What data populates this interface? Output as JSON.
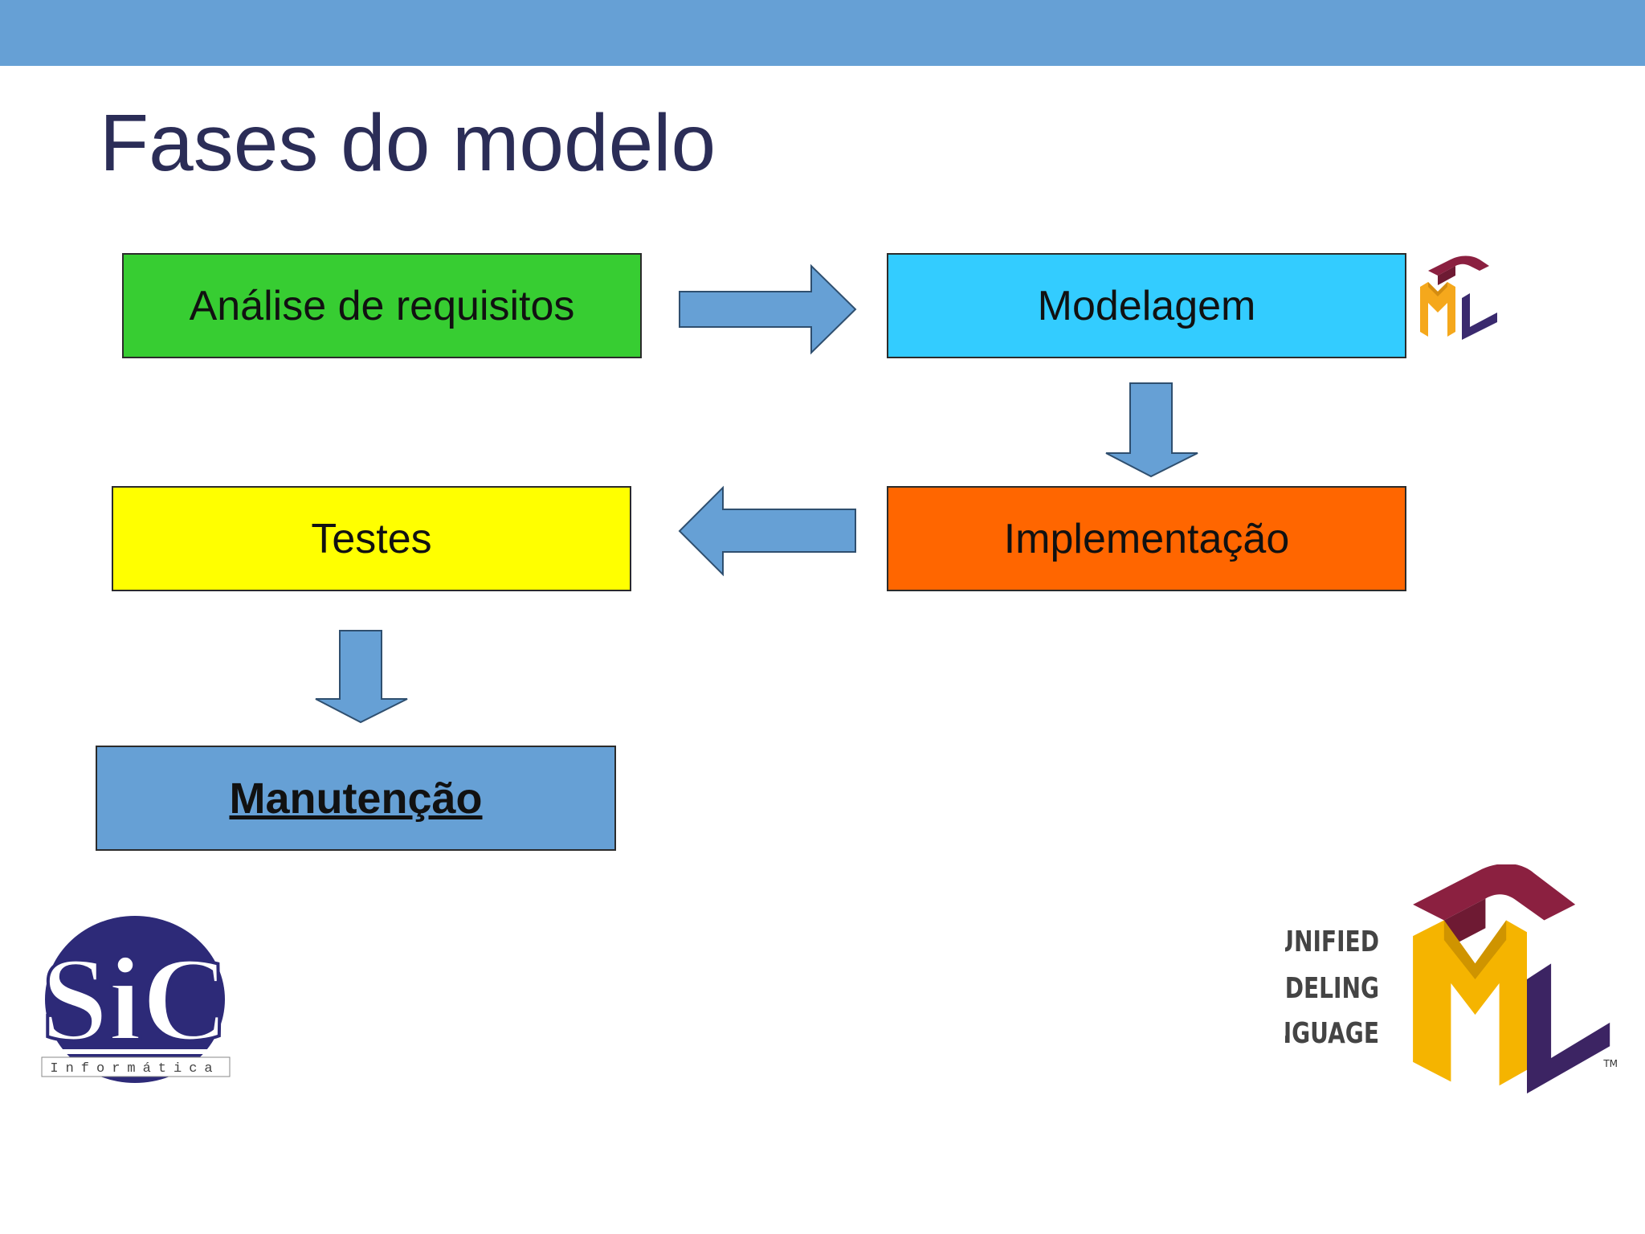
{
  "slide": {
    "title": "Fases do modelo"
  },
  "colors": {
    "header_bar": "#66a0d5",
    "title_text": "#2b2d57",
    "arrow_fill": "#66a0d5",
    "analise": "#37cd32",
    "modelagem": "#33ccff",
    "testes": "#ffff00",
    "implementacao": "#ff6600",
    "manutencao": "#66a0d5"
  },
  "phases": {
    "analise": "Análise de requisitos",
    "modelagem": "Modelagem",
    "implementacao": "Implementação",
    "testes": "Testes",
    "manutencao": "Manutenção"
  },
  "flow": [
    {
      "from": "analise",
      "to": "modelagem",
      "direction": "right"
    },
    {
      "from": "modelagem",
      "to": "implementacao",
      "direction": "down"
    },
    {
      "from": "implementacao",
      "to": "testes",
      "direction": "left"
    },
    {
      "from": "testes",
      "to": "manutencao",
      "direction": "down"
    }
  ],
  "logos": {
    "sic": {
      "letters": "SiC",
      "caption": "Informática"
    },
    "uml_large": {
      "line1": "UNIFIED",
      "line2": "MODELING",
      "line3": "LANGUAGE",
      "trademark": "TM"
    }
  }
}
